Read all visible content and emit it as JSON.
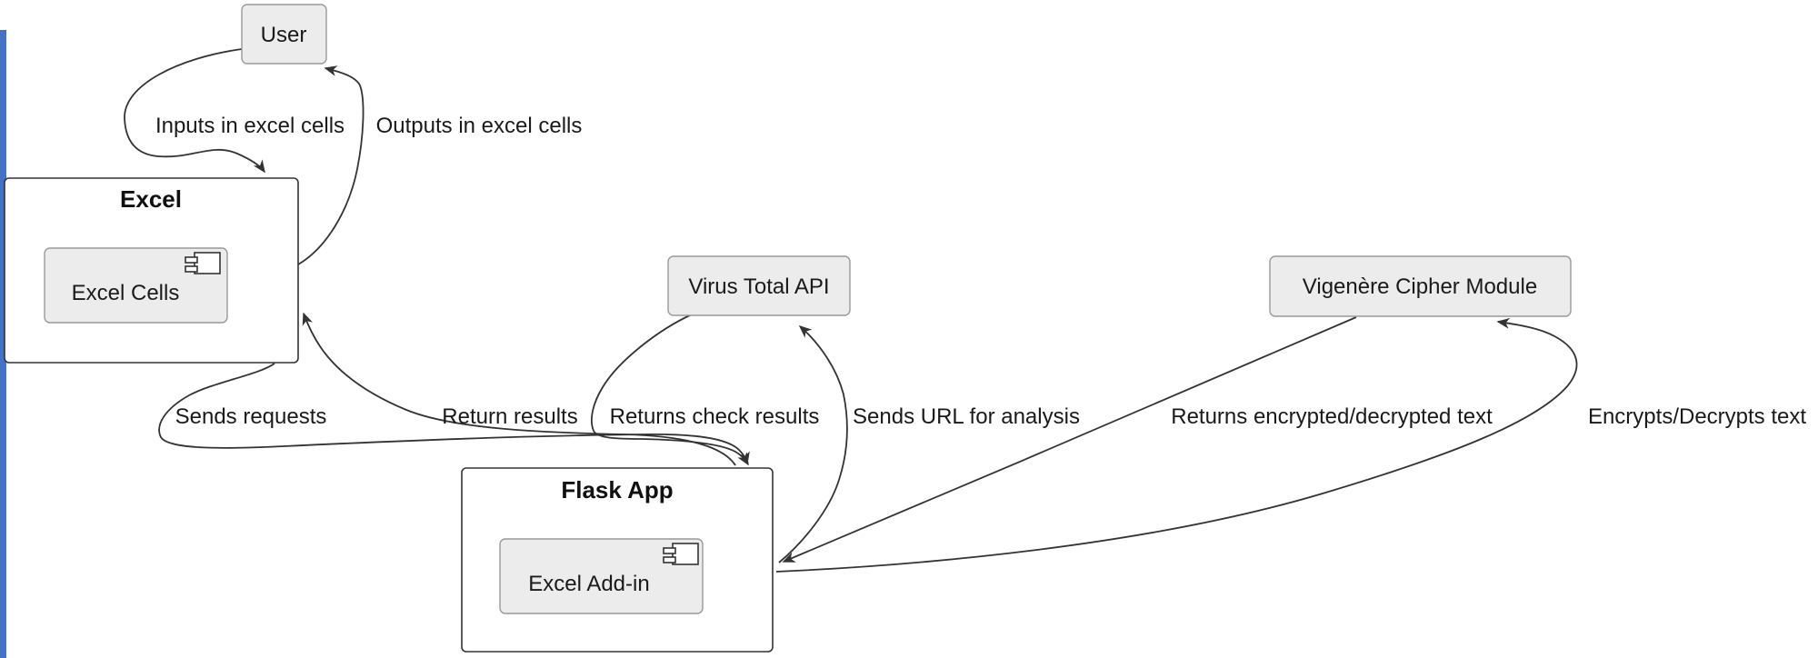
{
  "diagram": {
    "type": "flowchart-architecture",
    "background_color": "#ffffff",
    "accent_strip_color": "#4472c4",
    "line_color": "#333333",
    "node_fill": "#ececec",
    "node_border": "#999999",
    "container_border": "#333333",
    "containers": [
      {
        "id": "excel",
        "title": "Excel"
      },
      {
        "id": "flask-app",
        "title": "Flask App"
      }
    ],
    "nodes": [
      {
        "id": "user",
        "label": "User"
      },
      {
        "id": "excel-cells",
        "label": "Excel Cells",
        "icon": "component-icon"
      },
      {
        "id": "virus-total-api",
        "label": "Virus Total API"
      },
      {
        "id": "vigenere-cipher-module",
        "label": "Vigenère Cipher Module"
      },
      {
        "id": "excel-add-in",
        "label": "Excel Add-in",
        "icon": "component-icon"
      }
    ],
    "edges": [
      {
        "id": "inputs",
        "label": "Inputs in excel cells",
        "from": "User",
        "to": "Excel"
      },
      {
        "id": "outputs",
        "label": "Outputs in excel cells",
        "from": "Excel",
        "to": "User"
      },
      {
        "id": "sends-requests",
        "label": "Sends requests",
        "from": "Excel",
        "to": "Flask App"
      },
      {
        "id": "return-results",
        "label": "Return results",
        "from": "Flask App",
        "to": "Excel"
      },
      {
        "id": "returns-check",
        "label": "Returns check results",
        "from": "Virus Total API",
        "to": "Flask App"
      },
      {
        "id": "sends-url",
        "label": "Sends URL for analysis",
        "from": "Flask App",
        "to": "Virus Total API"
      },
      {
        "id": "returns-crypted",
        "label": "Returns encrypted/decrypted text",
        "from": "Vigenère Cipher Module",
        "to": "Flask App"
      },
      {
        "id": "encrypts",
        "label": "Encrypts/Decrypts text",
        "from": "Flask App",
        "to": "Vigenère Cipher Module"
      }
    ]
  }
}
